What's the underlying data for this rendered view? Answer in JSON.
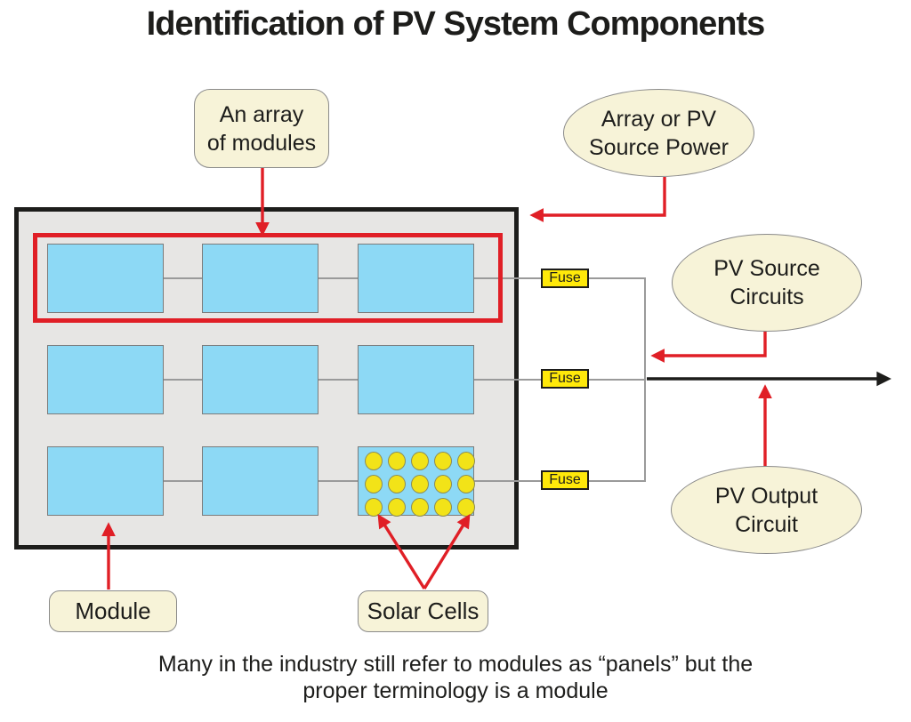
{
  "title": "Identification of PV System Components",
  "callouts": {
    "array": "An array\nof modules",
    "module": "Module",
    "solar_cells": "Solar Cells"
  },
  "ellipses": {
    "source_power": "Array or PV\nSource Power",
    "source_circuits": "PV Source\nCircuits",
    "output_circuit": "PV Output\nCircuit"
  },
  "fuses": [
    {
      "label": "Fuse"
    },
    {
      "label": "Fuse"
    },
    {
      "label": "Fuse"
    }
  ],
  "array": {
    "module_rows": 3,
    "module_columns": 3,
    "solar_cell_module": {
      "rows": 3,
      "columns": 5
    }
  },
  "caption": "Many in the industry still refer to modules as “panels” but the\nproper terminology is a module",
  "colors": {
    "red": "#e01f26",
    "ink": "#1d1d1b",
    "cream": "#f7f3d8",
    "cream_border": "#8a8a8a",
    "module_blue": "#8dd9f5",
    "module_border": "#7b7b7b",
    "panel_gray": "#e7e6e4",
    "fuse_yellow": "#ffe90a",
    "cell_yellow": "#f2e318",
    "cell_border": "#8c8c55",
    "line_gray": "#9a9a9a"
  }
}
